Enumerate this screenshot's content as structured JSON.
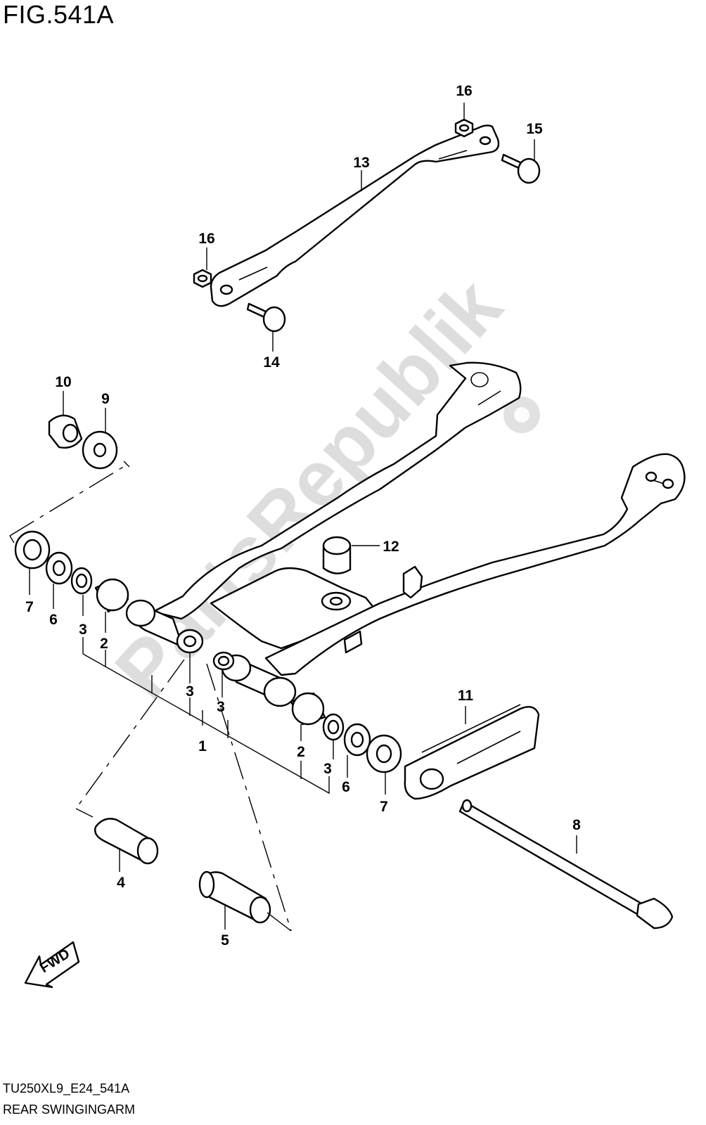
{
  "figure": {
    "title": "FIG.541A",
    "code": "TU250XL9_E24_541A",
    "caption": "REAR SWINGINGARM"
  },
  "watermark": {
    "text": "PartsRepublik"
  },
  "direction_badge": {
    "label": "FWD"
  },
  "callouts": {
    "p1": "1",
    "p2a": "2",
    "p2b": "2",
    "p3a": "3",
    "p3b": "3",
    "p3c": "3",
    "p3d": "3",
    "p4": "4",
    "p5": "5",
    "p6a": "6",
    "p6b": "6",
    "p7a": "7",
    "p7b": "7",
    "p8": "8",
    "p9": "9",
    "p10": "10",
    "p11": "11",
    "p12": "12",
    "p13": "13",
    "p14": "14",
    "p15": "15",
    "p16a": "16",
    "p16b": "16"
  }
}
